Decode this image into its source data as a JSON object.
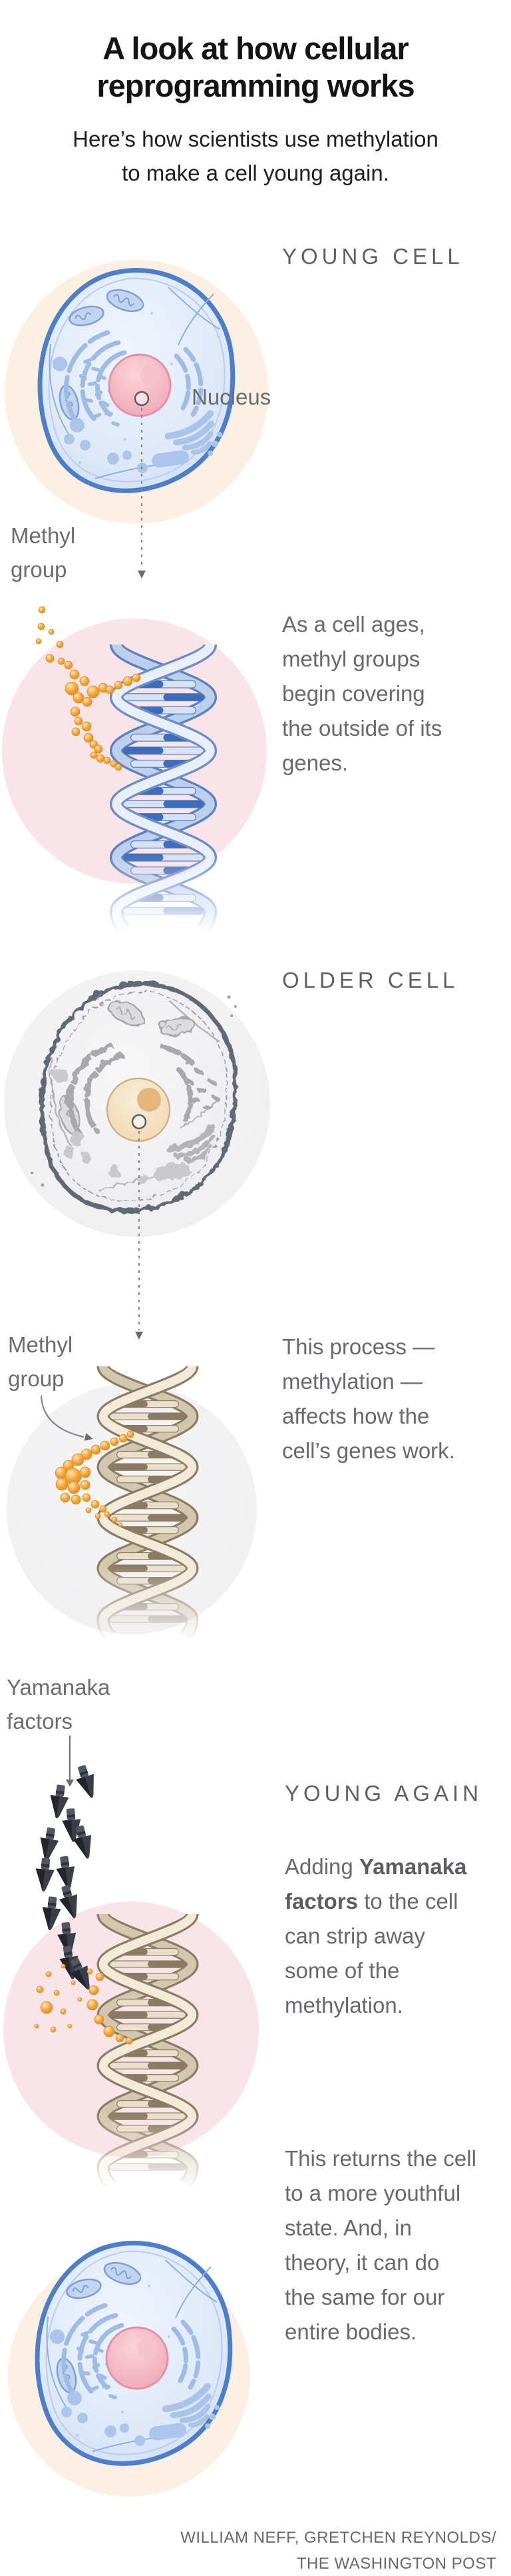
{
  "header": {
    "title": "A look at how cellular\nreprogramming works",
    "subtitle": "Here’s how scientists use methylation\nto make a cell young again."
  },
  "young_section": {
    "label": "YOUNG CELL",
    "nucleus_label": "Nucleus",
    "methyl_label": "Methyl\ngroup",
    "body": "As a cell ages,\nmethyl groups\nbegin covering\nthe outside of its\ngenes."
  },
  "older_section": {
    "label": "OLDER CELL",
    "methyl_label": "Methyl\ngroup",
    "body": "This process —\nmethylation —\naffects how the\ncell’s genes work."
  },
  "young_again_section": {
    "label": "YOUNG AGAIN",
    "factors_label": "Yamanaka\nfactors",
    "body_prefix": "Adding ",
    "body_bold": "Yamanaka\nfactors",
    "body_rest": " to the cell\ncan strip away\nsome of the\nmethylation.",
    "body_2": "This returns the cell\nto a more youthful\nstate. And, in\ntheory, it can do\nthe same for our\nentire bodies."
  },
  "credit": "WILLIAM NEFF, GRETCHEN REYNOLDS/\nTHE WASHINGTON POST",
  "colors": {
    "accent_orange": "#f2a444",
    "cell_membrane_blue": "#4f7ec9",
    "nucleus_pink": "#f2aebd",
    "older_membrane_gray": "#5f6a74",
    "older_nucleus_tan": "#e5b67c",
    "dna_blue": "#3e6db9",
    "dna_tan": "#8c7a62",
    "bg_peach": "#fcf0e5",
    "bg_pink": "#f8e4e9",
    "bg_gray": "#f2f2f4",
    "text_gray": "#67696f"
  }
}
